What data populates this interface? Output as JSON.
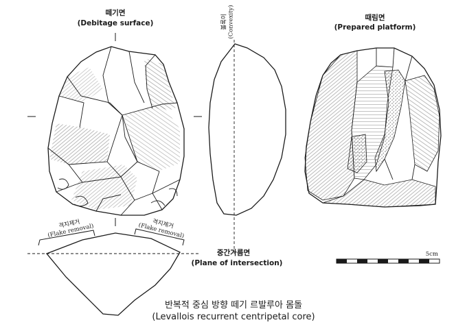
{
  "labels": {
    "debitage_ko": "떼기면",
    "debitage_en": "(Debitage surface)",
    "convexity_ko": "볼록이",
    "convexity_en": "(Convexity)",
    "platform_ko": "때림면",
    "platform_en": "(Prepared platform)",
    "flake_left_ko": "격지제거",
    "flake_left_en": "(Flake removal)",
    "flake_right_ko": "격지제거",
    "flake_right_en": "(Flake removal)",
    "intersection_ko": "중간가름면",
    "intersection_en": "(Plane of intersection)",
    "scale": "5cm",
    "title_ko": "반복적 중심 방향 떼기 르발루아 몸돌",
    "title_en": "(Levallois recurrent centripetal core)"
  }
}
